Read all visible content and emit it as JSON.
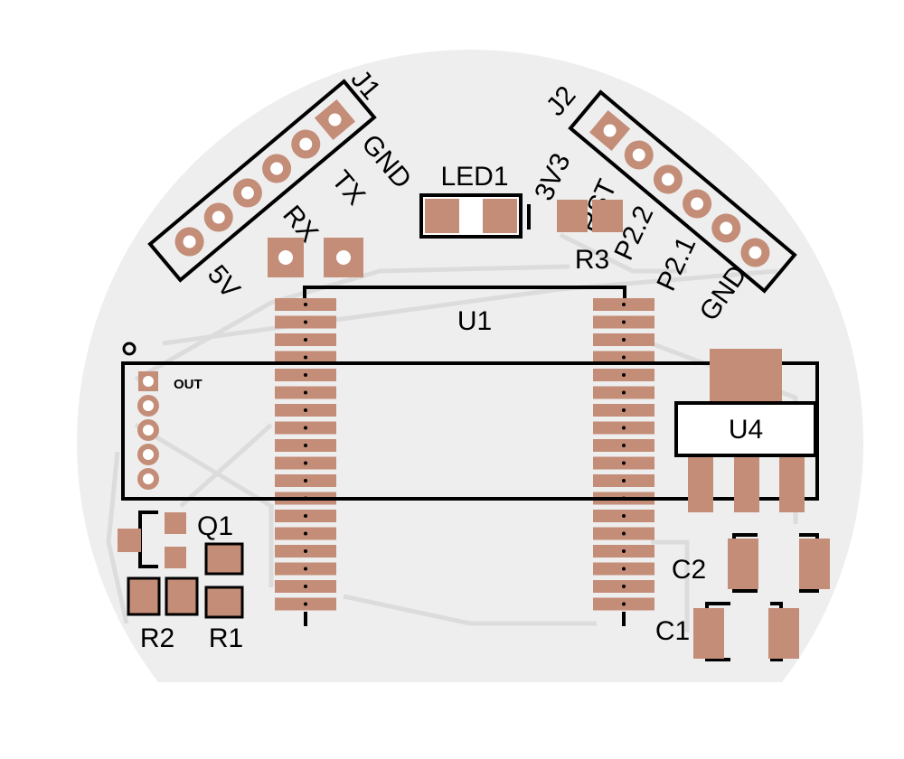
{
  "board": {
    "board_color": "#eeeeee",
    "trace_color": "#dcdcdc",
    "pad_color": "#c48d78",
    "pad_hole_color": "#ffffff",
    "silkscreen_color": "#000000"
  },
  "components": {
    "j1": {
      "ref": "J1",
      "pins": 6,
      "label_5v": "5V",
      "label_rx": "RX",
      "label_tx": "TX",
      "label_gnd": "GND"
    },
    "j2": {
      "ref": "J2",
      "pins": 6,
      "label_3v3": "3V3",
      "label_rst": "RST",
      "label_p22": "P2.2",
      "label_p21": "P2.1",
      "label_gnd": "GND"
    },
    "led1": {
      "ref": "LED1"
    },
    "r3": {
      "ref": "R3"
    },
    "u1": {
      "ref": "U1",
      "pins_per_side": 18
    },
    "sensor": {
      "pin_label": "OUT",
      "pins": 5
    },
    "u4": {
      "ref": "U4"
    },
    "q1": {
      "ref": "Q1"
    },
    "r1": {
      "ref": "R1"
    },
    "r2": {
      "ref": "R2"
    },
    "c1": {
      "ref": "C1"
    },
    "c2": {
      "ref": "C2"
    }
  }
}
